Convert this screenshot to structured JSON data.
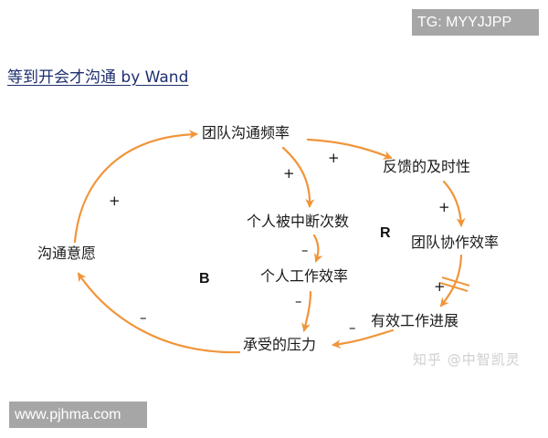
{
  "badges": {
    "tg": "TG: MYYJJPP",
    "url": "www.pjhma.com"
  },
  "title": "等到开会才沟通 by Wand",
  "watermark": "知乎 @中智凯灵",
  "colors": {
    "arrow": "#f0953a",
    "title": "#1f2f6f",
    "badge_bg": "#a6a6a6"
  },
  "nodes": {
    "team_comm_freq": "团队沟通频率",
    "feedback_timeliness": "反馈的及时性",
    "interruptions": "个人被中断次数",
    "team_collab_eff": "团队协作效率",
    "comm_willingness": "沟通意愿",
    "personal_eff": "个人工作效率",
    "effective_progress": "有效工作进展",
    "pressure": "承受的压力"
  },
  "links": [
    {
      "from": "沟通意愿",
      "to": "团队沟通频率",
      "sign": "+"
    },
    {
      "from": "团队沟通频率",
      "to": "反馈的及时性",
      "sign": "+"
    },
    {
      "from": "团队沟通频率",
      "to": "个人被中断次数",
      "sign": "+"
    },
    {
      "from": "反馈的及时性",
      "to": "团队协作效率",
      "sign": "+"
    },
    {
      "from": "个人被中断次数",
      "to": "个人工作效率",
      "sign": "–"
    },
    {
      "from": "团队协作效率",
      "to": "有效工作进展",
      "sign": "+",
      "delay": true
    },
    {
      "from": "个人工作效率",
      "to": "承受的压力",
      "sign": "–"
    },
    {
      "from": "有效工作进展",
      "to": "承受的压力",
      "sign": "–"
    },
    {
      "from": "承受的压力",
      "to": "沟通意愿",
      "sign": "–"
    }
  ],
  "signs": {
    "s1": "+",
    "s2": "+",
    "s3": "+",
    "s4": "+",
    "s5": "–",
    "s6": "+",
    "s7": "–",
    "s8": "–",
    "s9": "–"
  },
  "loops": {
    "balancing": "B",
    "reinforcing": "R"
  }
}
